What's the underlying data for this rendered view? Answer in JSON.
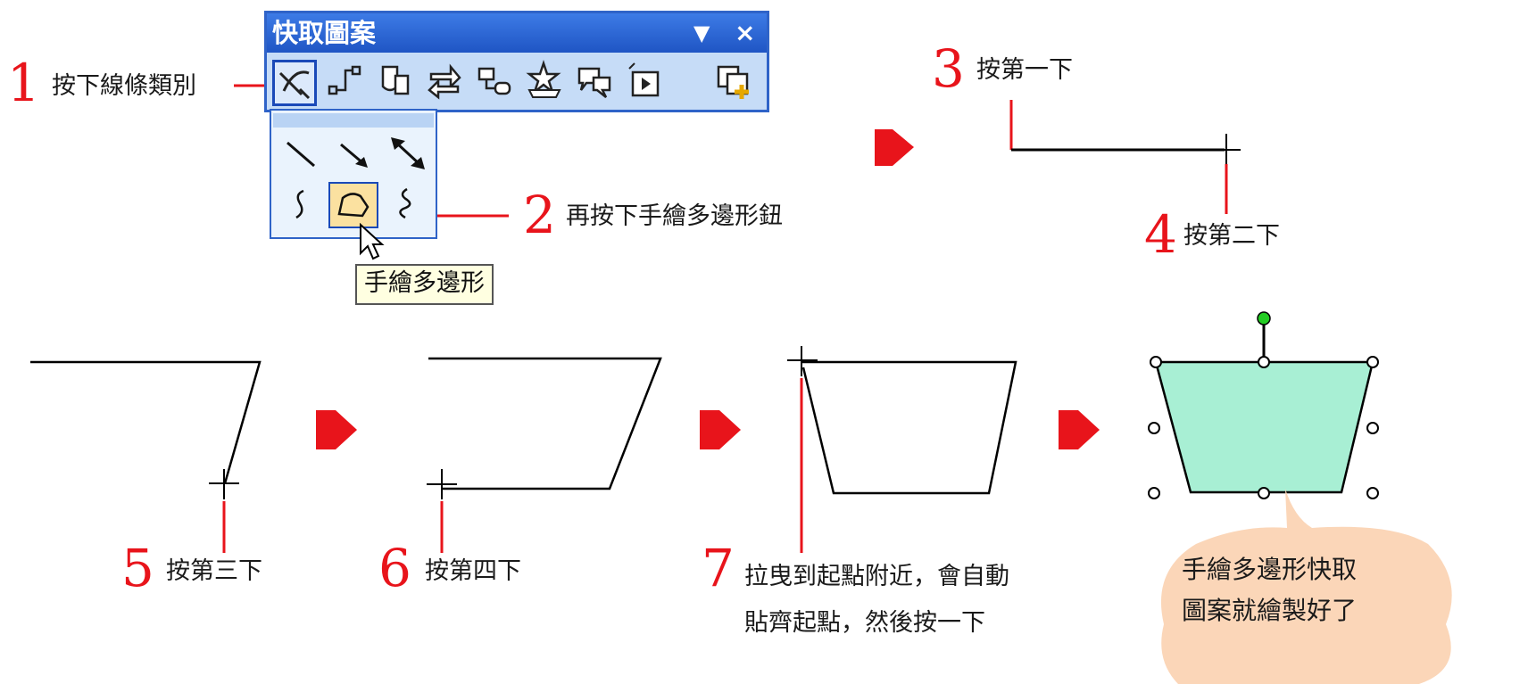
{
  "toolbar": {
    "title": "快取圖案",
    "dropdown_glyph": "▼",
    "close_glyph": "×",
    "buttons": [
      "lines-icon",
      "connectors-icon",
      "basic-shapes-icon",
      "block-arrows-icon",
      "flowchart-icon",
      "stars-banners-icon",
      "callouts-icon",
      "action-buttons-icon",
      "more-autoshapes-icon"
    ]
  },
  "palette": {
    "items": [
      "line-icon",
      "arrow-icon",
      "double-arrow-icon",
      "curve-icon",
      "freeform-icon",
      "scribble-icon"
    ],
    "tooltip": "手繪多邊形"
  },
  "steps": [
    {
      "num": "1",
      "text": "按下線條類別"
    },
    {
      "num": "2",
      "text": "再按下手繪多邊形鈕"
    },
    {
      "num": "3",
      "text": "按第一下"
    },
    {
      "num": "4",
      "text": "按第二下"
    },
    {
      "num": "5",
      "text": "按第三下"
    },
    {
      "num": "6",
      "text": "按第四下"
    },
    {
      "num": "7",
      "text_line1": "拉曳到起點附近，會自動",
      "text_line2": "貼齊起點，然後按一下"
    }
  ],
  "callout": {
    "line1": "手繪多邊形快取",
    "line2": "圖案就繪製好了"
  },
  "colors": {
    "accent_red": "#e8141b",
    "toolbar_blue": "#2f63c8",
    "shape_fill": "#a8efd4",
    "cloud_fill": "#fbd6b8"
  }
}
